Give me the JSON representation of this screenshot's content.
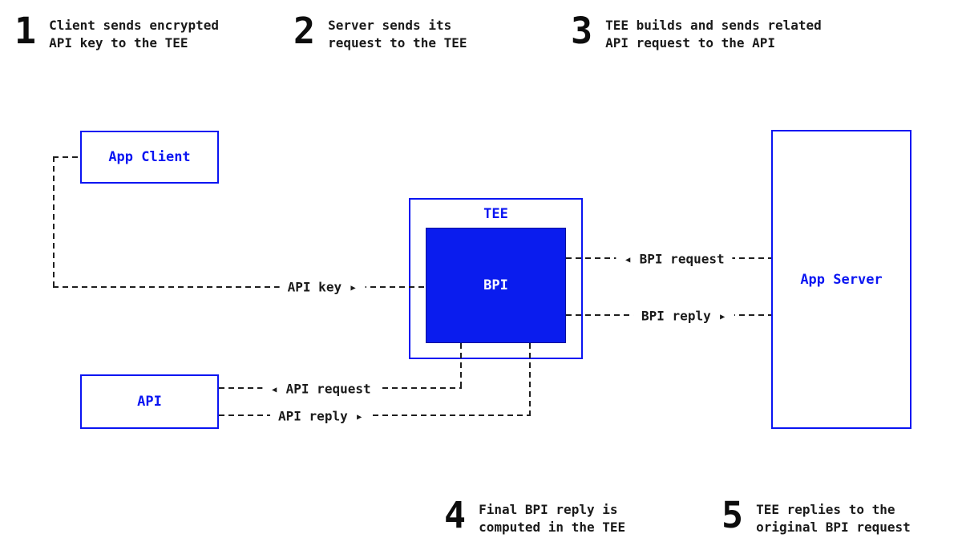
{
  "colors": {
    "blue": "#0a15f2",
    "bpi_fill": "#0a1cee",
    "line": "#1f1f1f",
    "text": "#111111",
    "background": "#ffffff"
  },
  "steps": [
    {
      "num": "1",
      "line1": "Client sends encrypted",
      "line2": "API key to the TEE"
    },
    {
      "num": "2",
      "line1": "Server sends its",
      "line2": "request to the TEE"
    },
    {
      "num": "3",
      "line1": "TEE builds and sends related",
      "line2": "API request to the API"
    },
    {
      "num": "4",
      "line1": "Final BPI reply is",
      "line2": "computed in the TEE"
    },
    {
      "num": "5",
      "line1": "TEE replies to the",
      "line2": "original BPI request"
    }
  ],
  "nodes": {
    "app_client": "App Client",
    "api": "API",
    "tee": "TEE",
    "bpi": "BPI",
    "app_server": "App Server"
  },
  "edges": {
    "api_key": "API key ▸",
    "bpi_request": "◂ BPI request",
    "bpi_reply": "BPI reply ▸",
    "api_request": "◂ API request",
    "api_reply": "API reply ▸"
  }
}
